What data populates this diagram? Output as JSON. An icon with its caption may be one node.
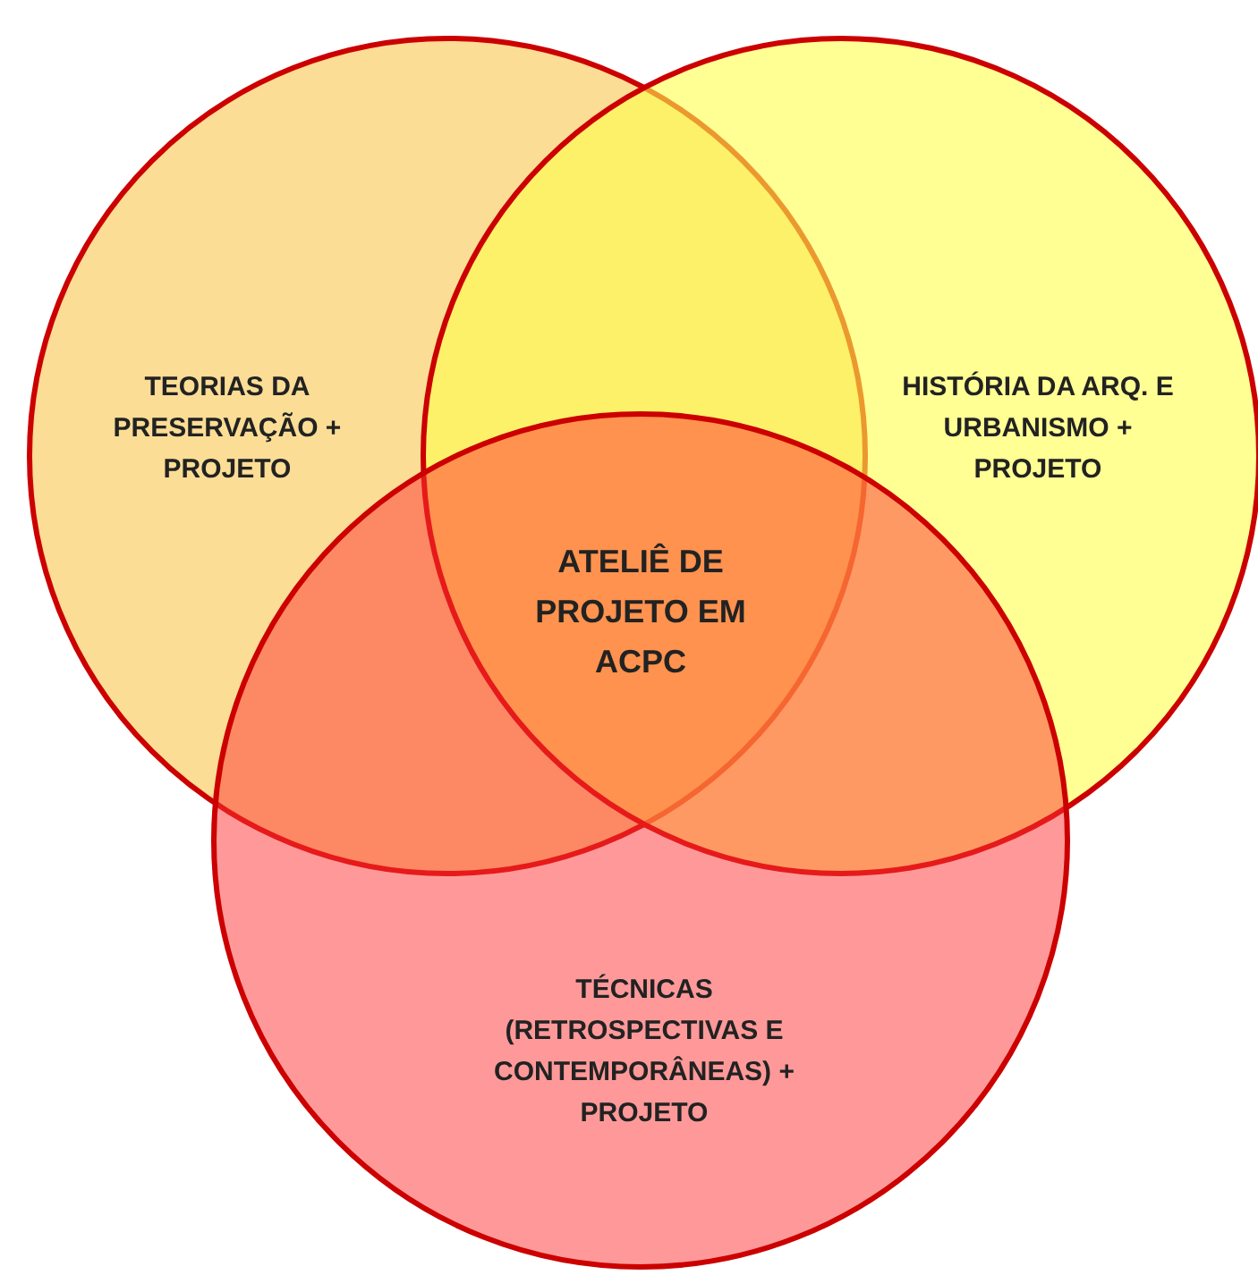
{
  "diagram": {
    "nodes": [
      {
        "text": [
          "TEORIAS DA PRESERVAÇÃO + PROJETO"
        ]
      },
      {
        "text": [
          "HISTÓRIA DA ARQ. E URBANISMO + PROJETO"
        ]
      },
      {
        "text": [
          "TÉCNICAS (RETROSPECTIVAS E CONTEMPORÂNEAS) + PROJETO"
        ]
      }
    ],
    "edges": [],
    "labels": [
      "ATELIÊ DE PROJETO EM ACPC"
    ]
  }
}
